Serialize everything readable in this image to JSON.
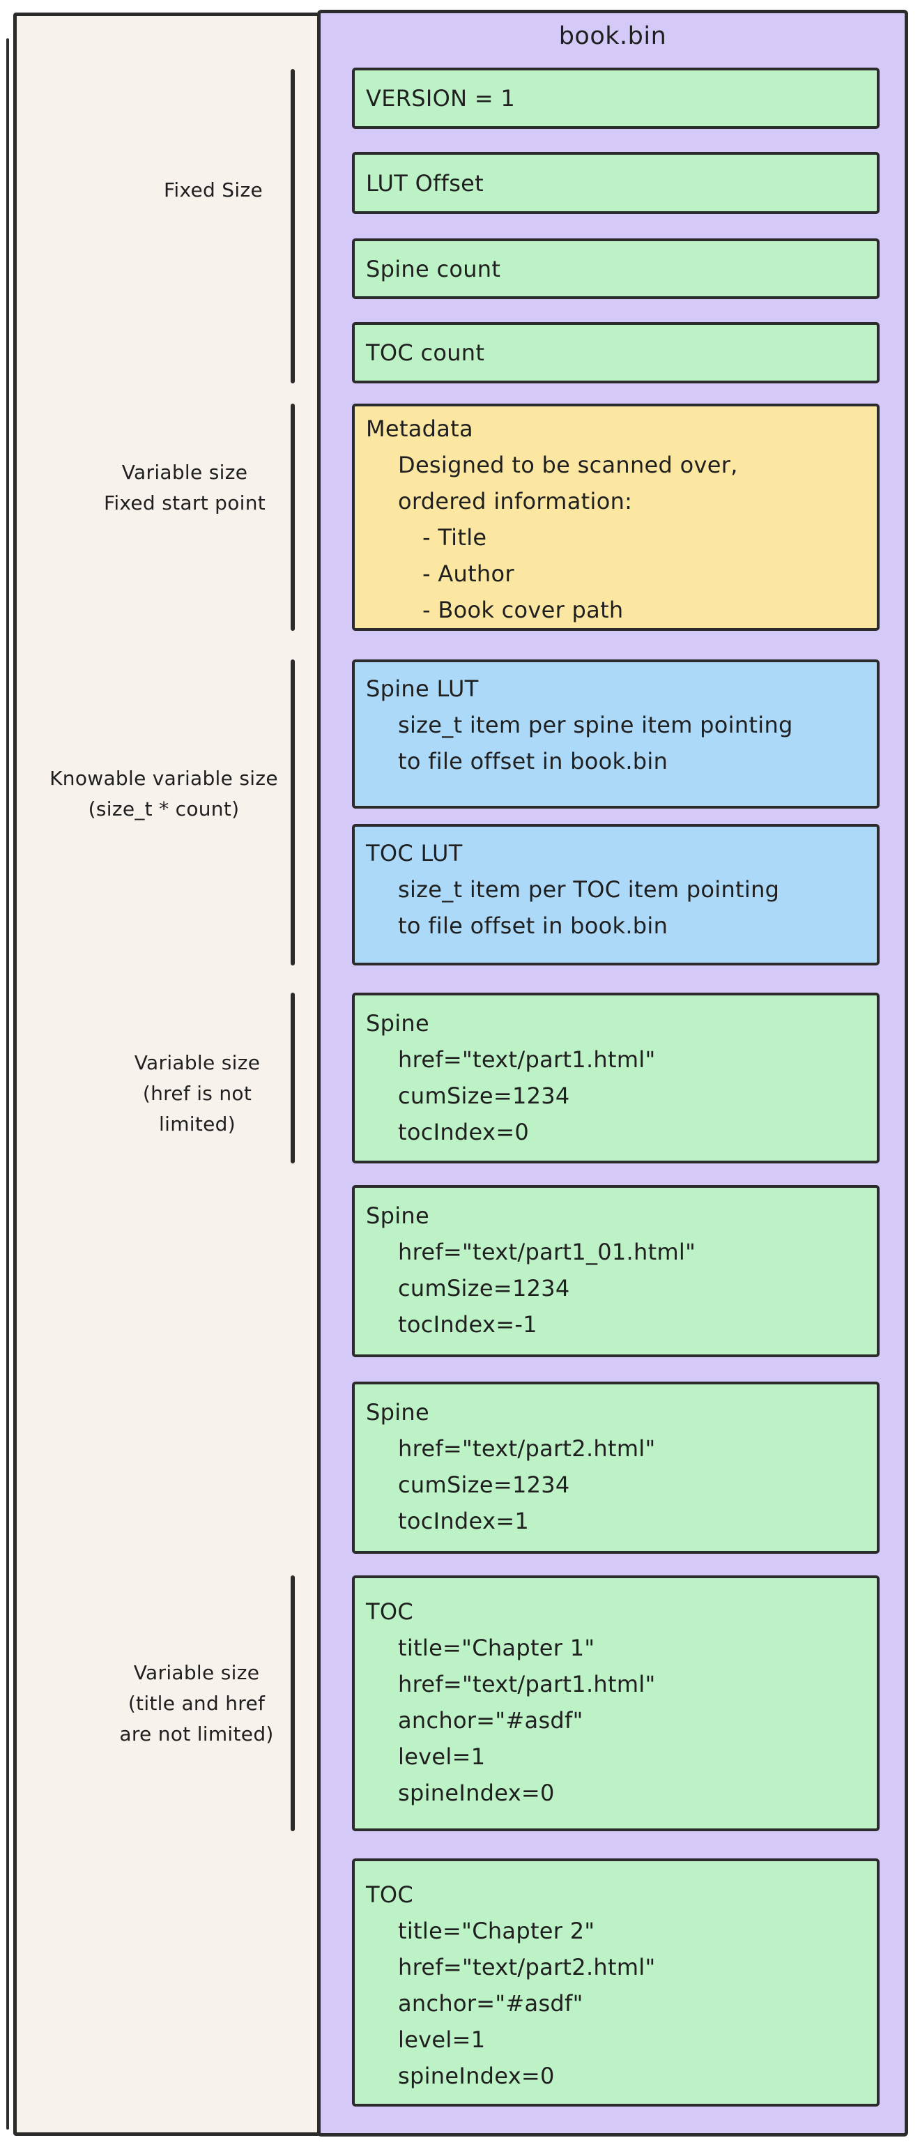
{
  "diagram": {
    "title": "book.bin",
    "colors": {
      "container_fill": "#d5c9f7",
      "legend_fill": "#f7f2ec",
      "field_green": "#bdf2c6",
      "field_yellow": "#fbe7a2",
      "field_blue": "#add9f8",
      "stroke": "#2b2b2b",
      "text": "#1f1f1f"
    },
    "labels": [
      {
        "id": "fixed-size",
        "lines": [
          "Fixed Size"
        ]
      },
      {
        "id": "variable-fixed-start",
        "lines": [
          "Variable size",
          "Fixed start point"
        ]
      },
      {
        "id": "knowable-variable",
        "lines": [
          "Knowable variable size",
          "(size_t * count)"
        ]
      },
      {
        "id": "variable-href",
        "lines": [
          "Variable size",
          "(href is not",
          "limited)"
        ]
      },
      {
        "id": "variable-title-href",
        "lines": [
          "Variable size",
          "(title and href",
          "are not limited)"
        ]
      }
    ],
    "boxes": [
      {
        "id": "version",
        "color": "green",
        "lines": [
          {
            "t": "VERSION = 1"
          }
        ]
      },
      {
        "id": "lut-offset",
        "color": "green",
        "lines": [
          {
            "t": "LUT Offset"
          }
        ]
      },
      {
        "id": "spine-count",
        "color": "green",
        "lines": [
          {
            "t": "Spine count"
          }
        ]
      },
      {
        "id": "toc-count",
        "color": "green",
        "lines": [
          {
            "t": "TOC count"
          }
        ]
      },
      {
        "id": "metadata",
        "color": "yellow",
        "lines": [
          {
            "t": "Metadata"
          },
          {
            "t": "Designed to be scanned over,"
          },
          {
            "t": "ordered information:"
          },
          {
            "t": "- Title"
          },
          {
            "t": "- Author"
          },
          {
            "t": "- Book cover path"
          }
        ]
      },
      {
        "id": "spine-lut",
        "color": "blue",
        "lines": [
          {
            "t": "Spine LUT"
          },
          {
            "t": "size_t item per spine item pointing"
          },
          {
            "t": "to file offset in book.bin"
          }
        ]
      },
      {
        "id": "toc-lut",
        "color": "blue",
        "lines": [
          {
            "t": "TOC LUT"
          },
          {
            "t": "size_t item per TOC item pointing"
          },
          {
            "t": "to file offset in book.bin"
          }
        ]
      },
      {
        "id": "spine-1",
        "color": "green",
        "lines": [
          {
            "t": "Spine"
          },
          {
            "t": "href=\"text/part1.html\""
          },
          {
            "t": "cumSize=1234"
          },
          {
            "t": "tocIndex=0"
          }
        ]
      },
      {
        "id": "spine-2",
        "color": "green",
        "lines": [
          {
            "t": "Spine"
          },
          {
            "t": "href=\"text/part1_01.html\""
          },
          {
            "t": "cumSize=1234"
          },
          {
            "t": "tocIndex=-1"
          }
        ]
      },
      {
        "id": "spine-3",
        "color": "green",
        "lines": [
          {
            "t": "Spine"
          },
          {
            "t": "href=\"text/part2.html\""
          },
          {
            "t": "cumSize=1234"
          },
          {
            "t": "tocIndex=1"
          }
        ]
      },
      {
        "id": "toc-1",
        "color": "green",
        "lines": [
          {
            "t": "TOC"
          },
          {
            "t": "title=\"Chapter 1\""
          },
          {
            "t": "href=\"text/part1.html\""
          },
          {
            "t": "anchor=\"#asdf\""
          },
          {
            "t": "level=1"
          },
          {
            "t": "spineIndex=0"
          }
        ]
      },
      {
        "id": "toc-2",
        "color": "green",
        "lines": [
          {
            "t": "TOC"
          },
          {
            "t": "title=\"Chapter 2\""
          },
          {
            "t": "href=\"text/part2.html\""
          },
          {
            "t": "anchor=\"#asdf\""
          },
          {
            "t": "level=1"
          },
          {
            "t": "spineIndex=0"
          }
        ]
      }
    ]
  }
}
